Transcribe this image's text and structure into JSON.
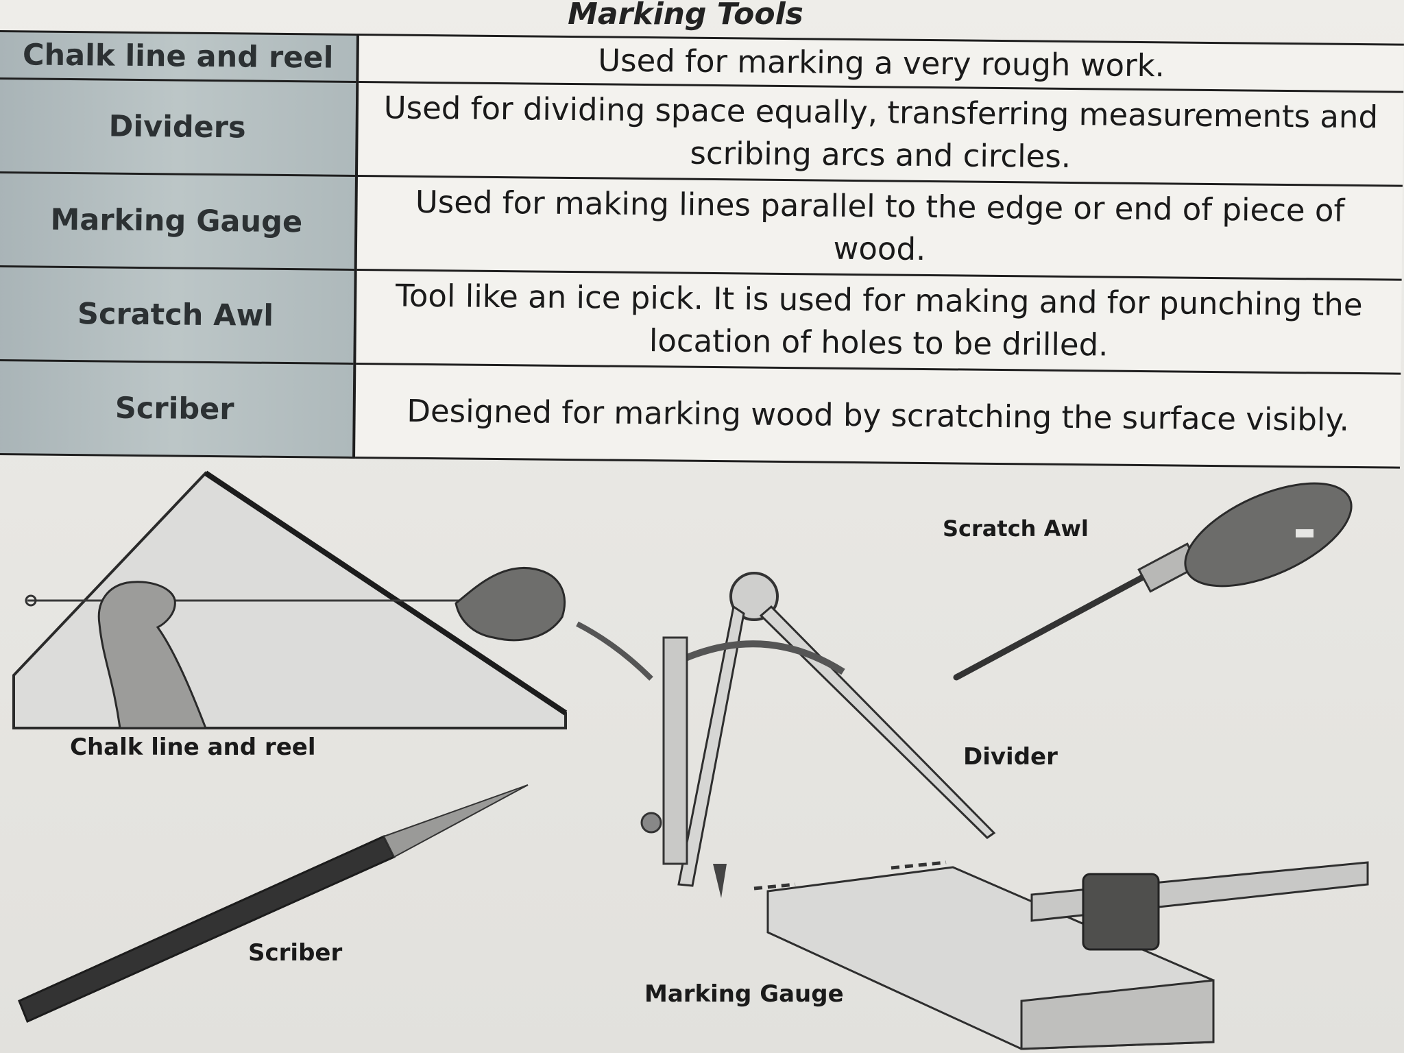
{
  "table": {
    "title": "Marking Tools",
    "rows": [
      {
        "tool": "Chalk line and reel",
        "description": "Used for marking a very rough work."
      },
      {
        "tool": "Dividers",
        "description": "Used for dividing space equally, transferring measurements and scribing arcs and circles."
      },
      {
        "tool": "Marking Gauge",
        "description": "Used for making lines parallel to the edge or end of piece of wood."
      },
      {
        "tool": "Scratch Awl",
        "description": "Tool like an ice pick. It is used for making and for punching the location of holes to be drilled."
      },
      {
        "tool": "Scriber",
        "description": "Designed for marking wood by scratching the surface visibly."
      }
    ]
  },
  "figures": {
    "chalk_line_label": "Chalk line and reel",
    "scratch_awl_label": "Scratch Awl",
    "divider_label": "Divider",
    "scriber_label": "Scriber",
    "marking_gauge_label": "Marking Gauge"
  }
}
